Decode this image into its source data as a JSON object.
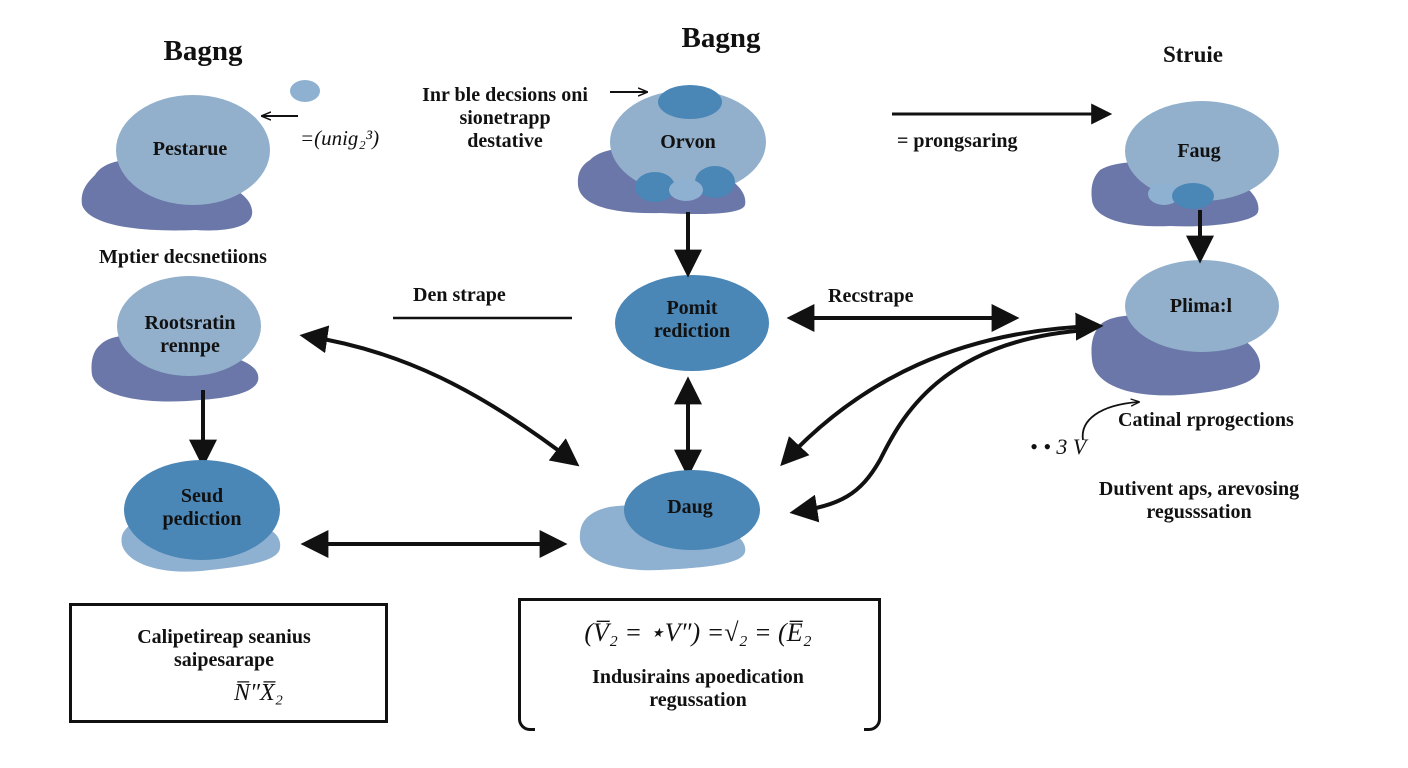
{
  "colors": {
    "light_blob": "#92b0cc",
    "dark_blob": "#6a77a8",
    "mid_blue": "#4a86b6",
    "pale_blue": "#8fb1d1",
    "arrow": "#111111"
  },
  "columns": {
    "left_title": "Bagng",
    "center_title": "Bagng",
    "right_title": "Struie"
  },
  "nodes": {
    "pestarue": "Pestarue",
    "orvon": "Orvon",
    "faug": "Faug",
    "rootsratin_line1": "Rootsratin",
    "rootsratin_line2": "rennpe",
    "pomit_line1": "Pomit",
    "pomit_line2": "rediction",
    "plimal": "Plima:l",
    "seud_line1": "Seud",
    "seud_line2": "pediction",
    "daug": "Daug"
  },
  "labels": {
    "formula_top": "=(uniɡ₂³)",
    "top_note_line1": "Inr ble decsions oni",
    "top_note_line2": "sionetrapp",
    "top_note_line3": "destative",
    "prongsaring": "= prongsaring",
    "mptier": "Mptier decsnetiions",
    "den_strape": "Den strape",
    "recstrape": "Recstrape",
    "catinal": "Catinal rprogections",
    "dots_formula": "• • 3 V",
    "right_note_line1": "Dutivent aps, arevosing",
    "right_note_line2": "regusssation"
  },
  "boxes": {
    "left": {
      "line1": "Calipetireap seanius",
      "line2": "saipesarape",
      "formula": "N̅″X̅₂"
    },
    "center": {
      "formula": "(V̅₂ = ⋆V″) =√₂ = (E̅₂",
      "line1": "Indusirains apoedication",
      "line2": "regussation"
    }
  }
}
